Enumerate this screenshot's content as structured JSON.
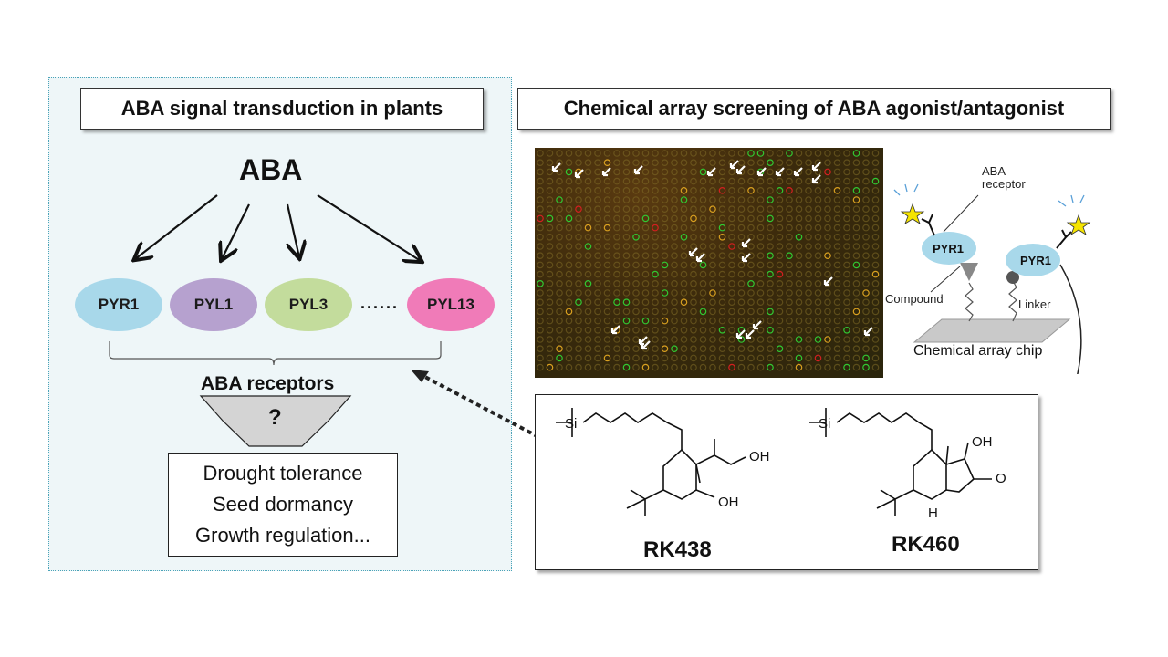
{
  "left": {
    "title": "ABA signal transduction in plants",
    "aba": "ABA",
    "receptors": [
      {
        "label": "PYR1",
        "color": "#a8d8ea"
      },
      {
        "label": "PYL1",
        "color": "#b6a1cf"
      },
      {
        "label": "PYL3",
        "color": "#c3dc9c"
      },
      {
        "label": "PYL13",
        "color": "#f07bb8"
      }
    ],
    "ellipsis": "......",
    "receptors_label": "ABA receptors",
    "question": "?",
    "outcomes": [
      "Drought tolerance",
      "Seed dormancy",
      "Growth regulation..."
    ]
  },
  "right": {
    "title": "Chemical array screening of ABA agonist/antagonist",
    "schematic": {
      "receptor_label_1": "ABA",
      "receptor_label_2": "receptor",
      "protein_1": "PYR1",
      "protein_2": "PYR1",
      "compound_label": "Compound",
      "linker_label": "Linker",
      "chip_label": "Chemical array chip"
    },
    "compounds": [
      {
        "name": "RK438",
        "si": "Si",
        "oh1": "OH",
        "oh2": "OH"
      },
      {
        "name": "RK460",
        "si": "Si",
        "oh1": "OH",
        "o": "O",
        "h": "H"
      }
    ]
  },
  "colors": {
    "panel_bg": "#eef6f8",
    "star": "#f5e400",
    "protein": "#a8d8ea"
  }
}
